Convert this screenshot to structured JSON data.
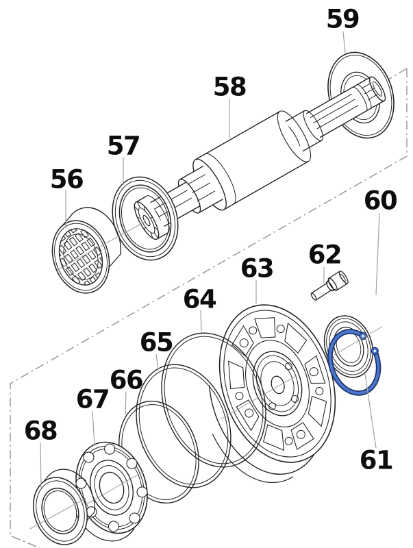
{
  "diagram": {
    "kind": "exploded-parts-diagram",
    "background": "#ffffff",
    "line_color": "#222222",
    "leader_color": "#9a9a9a",
    "highlight": {
      "part_number": "60",
      "color": "#4a76ce",
      "outline": "#1b2f63"
    },
    "part_labels": [
      {
        "number": "56"
      },
      {
        "number": "57"
      },
      {
        "number": "58"
      },
      {
        "number": "59"
      },
      {
        "number": "60"
      },
      {
        "number": "61"
      },
      {
        "number": "62"
      },
      {
        "number": "63"
      },
      {
        "number": "64"
      },
      {
        "number": "65"
      },
      {
        "number": "66"
      },
      {
        "number": "67"
      },
      {
        "number": "68"
      }
    ]
  }
}
